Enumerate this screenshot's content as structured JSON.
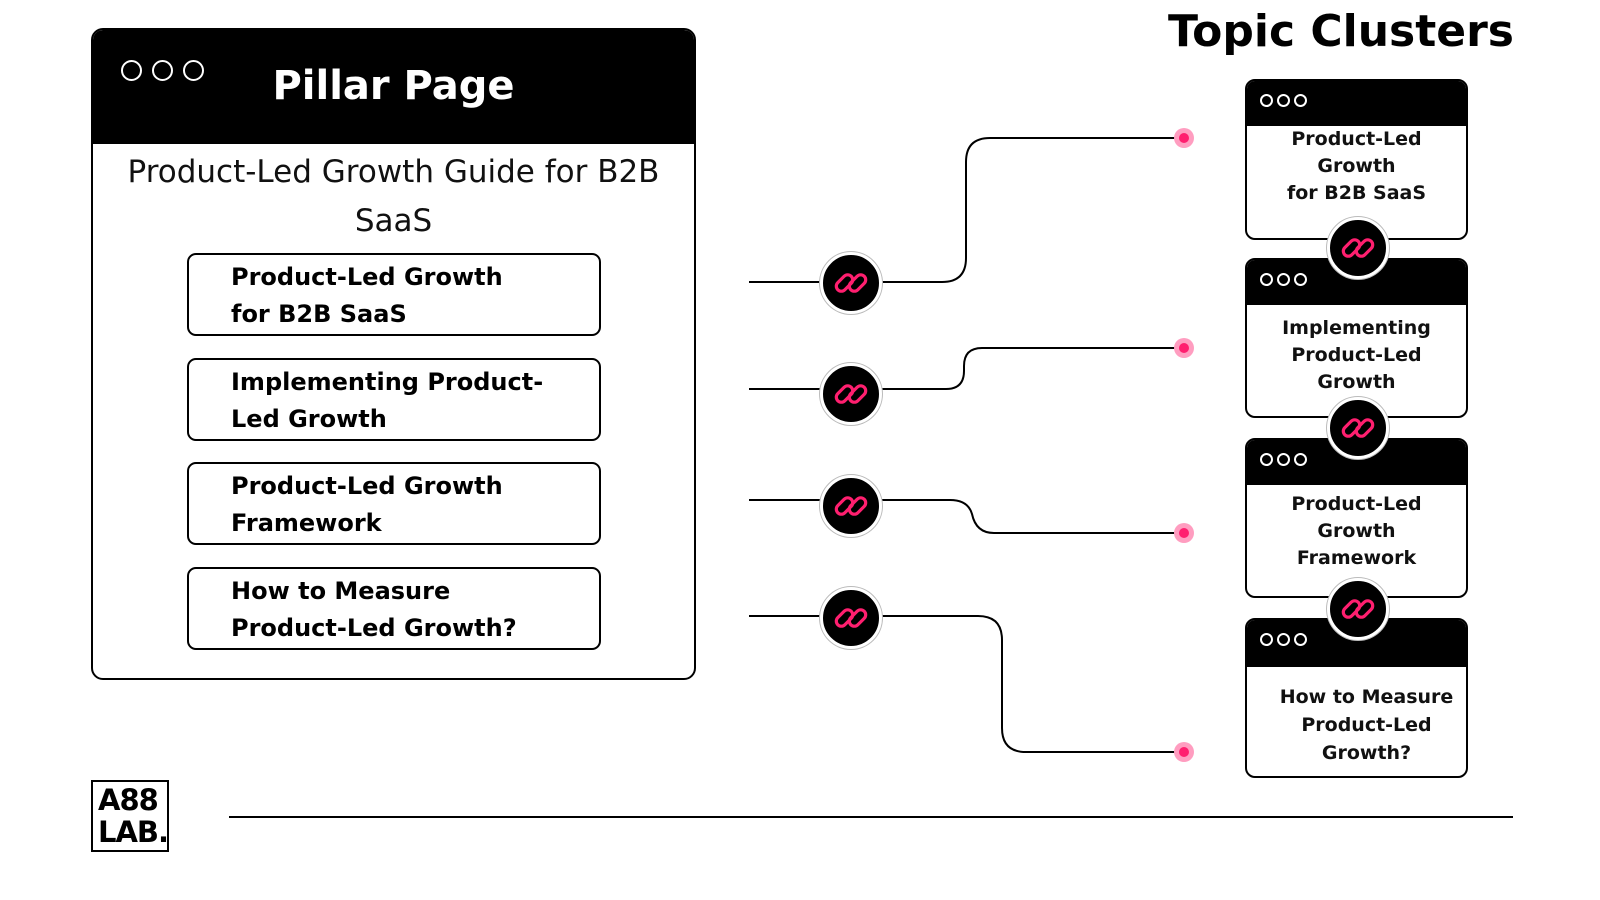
{
  "colors": {
    "ink": "#000000",
    "background": "#ffffff",
    "accent": "#ff1f6f",
    "accent_glow": "#ff9dc0"
  },
  "pillar": {
    "title": "Pillar Page",
    "subtitle": "Product-Led Growth Guide for B2B SaaS",
    "links": [
      "Product-Led Growth\nfor B2B SaaS",
      "Implementing Product-\nLed Growth",
      "Product-Led Growth\nFramework",
      "How to Measure\nProduct-Led Growth?"
    ]
  },
  "clusters": {
    "title": "Topic Clusters",
    "items": [
      "Product-Led\nGrowth\nfor B2B SaaS",
      "Implementing\nProduct-Led\nGrowth",
      "Product-Led\nGrowth\nFramework",
      "How to Measure\nProduct-Led\nGrowth?"
    ]
  },
  "icons": {
    "window_dots": "window-dots-icon",
    "link": "chain-link-icon",
    "endpoint": "endpoint-dot-icon"
  },
  "logo": {
    "line1": "A88",
    "line2": "LAB."
  }
}
